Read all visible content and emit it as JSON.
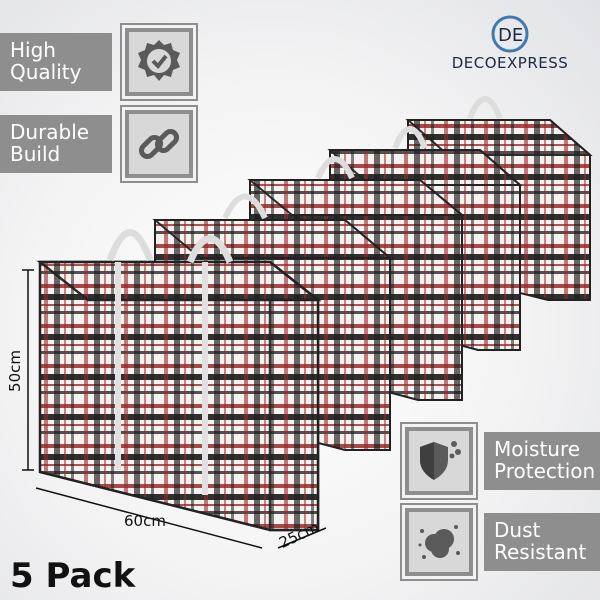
{
  "brand": {
    "logo_text": "DECOEXPRESS"
  },
  "features": {
    "high_quality": "High\nQuality",
    "durable_build": "Durable\nBuild",
    "moisture_protection": "Moisture\nProtection",
    "dust_resistant": "Dust\nResistant"
  },
  "icons": {
    "high_quality": "checkmark-badge-icon",
    "durable_build": "chain-link-icon",
    "moisture_protection": "shield-droplet-icon",
    "dust_resistant": "dust-cloud-icon"
  },
  "dimensions": {
    "height": "50cm",
    "width": "60cm",
    "depth": "25cm"
  },
  "pack_label": "5 Pack",
  "colors": {
    "label_gray": "#8e8e8e",
    "plaid_red": "#9a2a2a",
    "plaid_black": "#1b1b1b"
  }
}
